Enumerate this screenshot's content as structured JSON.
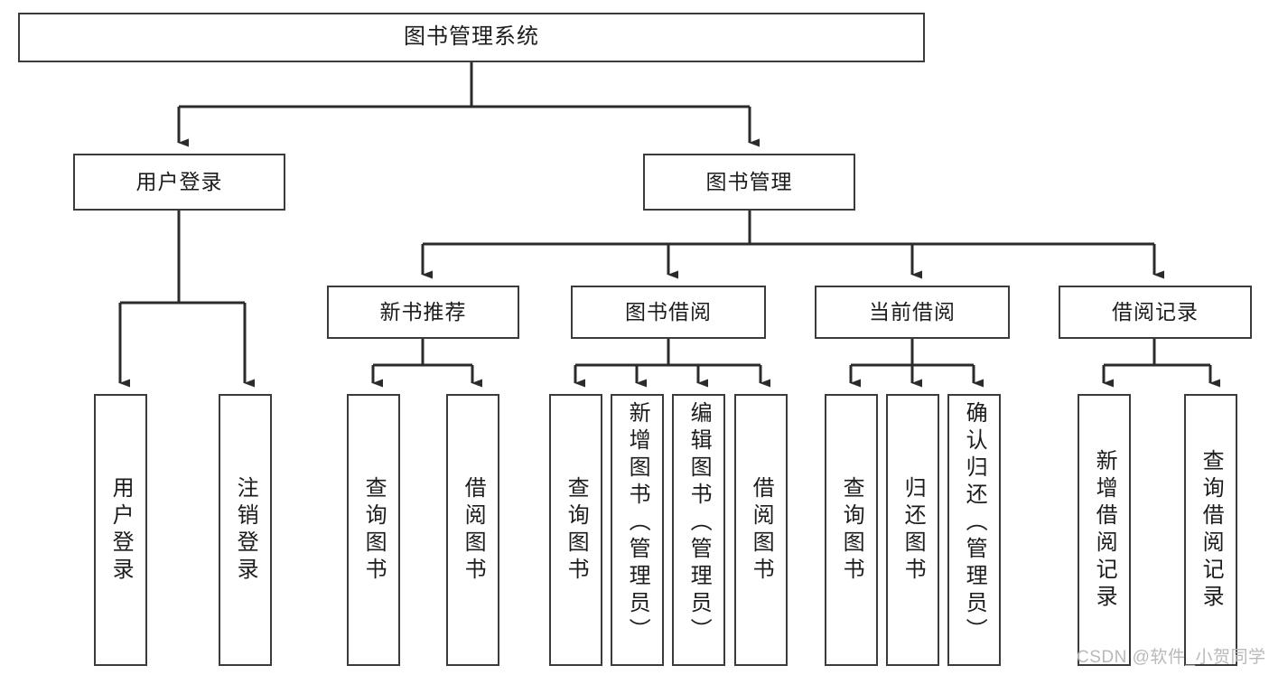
{
  "diagram": {
    "title": "图书管理系统",
    "type": "tree",
    "root": {
      "label": "图书管理系统",
      "id": "root"
    },
    "level2": [
      {
        "id": "user-login",
        "label": "用户登录"
      },
      {
        "id": "book-manage",
        "label": "图书管理"
      }
    ],
    "level3": [
      {
        "id": "new-book-recommend",
        "label": "新书推荐",
        "parent": "book-manage"
      },
      {
        "id": "book-borrow",
        "label": "图书借阅",
        "parent": "book-manage"
      },
      {
        "id": "current-borrow",
        "label": "当前借阅",
        "parent": "book-manage"
      },
      {
        "id": "borrow-record",
        "label": "借阅记录",
        "parent": "book-manage"
      }
    ],
    "leaves": [
      {
        "id": "leaf-user-login",
        "label": "用户登录",
        "parent": "user-login"
      },
      {
        "id": "leaf-user-logout",
        "label": "注销登录",
        "parent": "user-login"
      },
      {
        "id": "leaf-query-book-1",
        "label": "查询图书",
        "parent": "new-book-recommend"
      },
      {
        "id": "leaf-borrow-book-1",
        "label": "借阅图书",
        "parent": "new-book-recommend"
      },
      {
        "id": "leaf-query-book-2",
        "label": "查询图书",
        "parent": "book-borrow"
      },
      {
        "id": "leaf-add-book",
        "label": "新增图书（管理员）",
        "parent": "book-borrow"
      },
      {
        "id": "leaf-edit-book",
        "label": "编辑图书（管理员）",
        "parent": "book-borrow"
      },
      {
        "id": "leaf-borrow-book-2",
        "label": "借阅图书",
        "parent": "book-borrow"
      },
      {
        "id": "leaf-query-book-3",
        "label": "查询图书",
        "parent": "current-borrow"
      },
      {
        "id": "leaf-return-book",
        "label": "归还图书",
        "parent": "current-borrow"
      },
      {
        "id": "leaf-confirm-return",
        "label": "确认归还（管理员）",
        "parent": "current-borrow"
      },
      {
        "id": "leaf-add-record",
        "label": "新增借阅记录",
        "parent": "borrow-record"
      },
      {
        "id": "leaf-query-record",
        "label": "查询借阅记录",
        "parent": "borrow-record"
      }
    ],
    "watermark": "CSDN @软件_小贺同学",
    "colors": {
      "stroke": "#3b3b3b",
      "fill": "#ffffff",
      "text": "#1c1c1c",
      "watermark": "#b9b9b9"
    }
  }
}
